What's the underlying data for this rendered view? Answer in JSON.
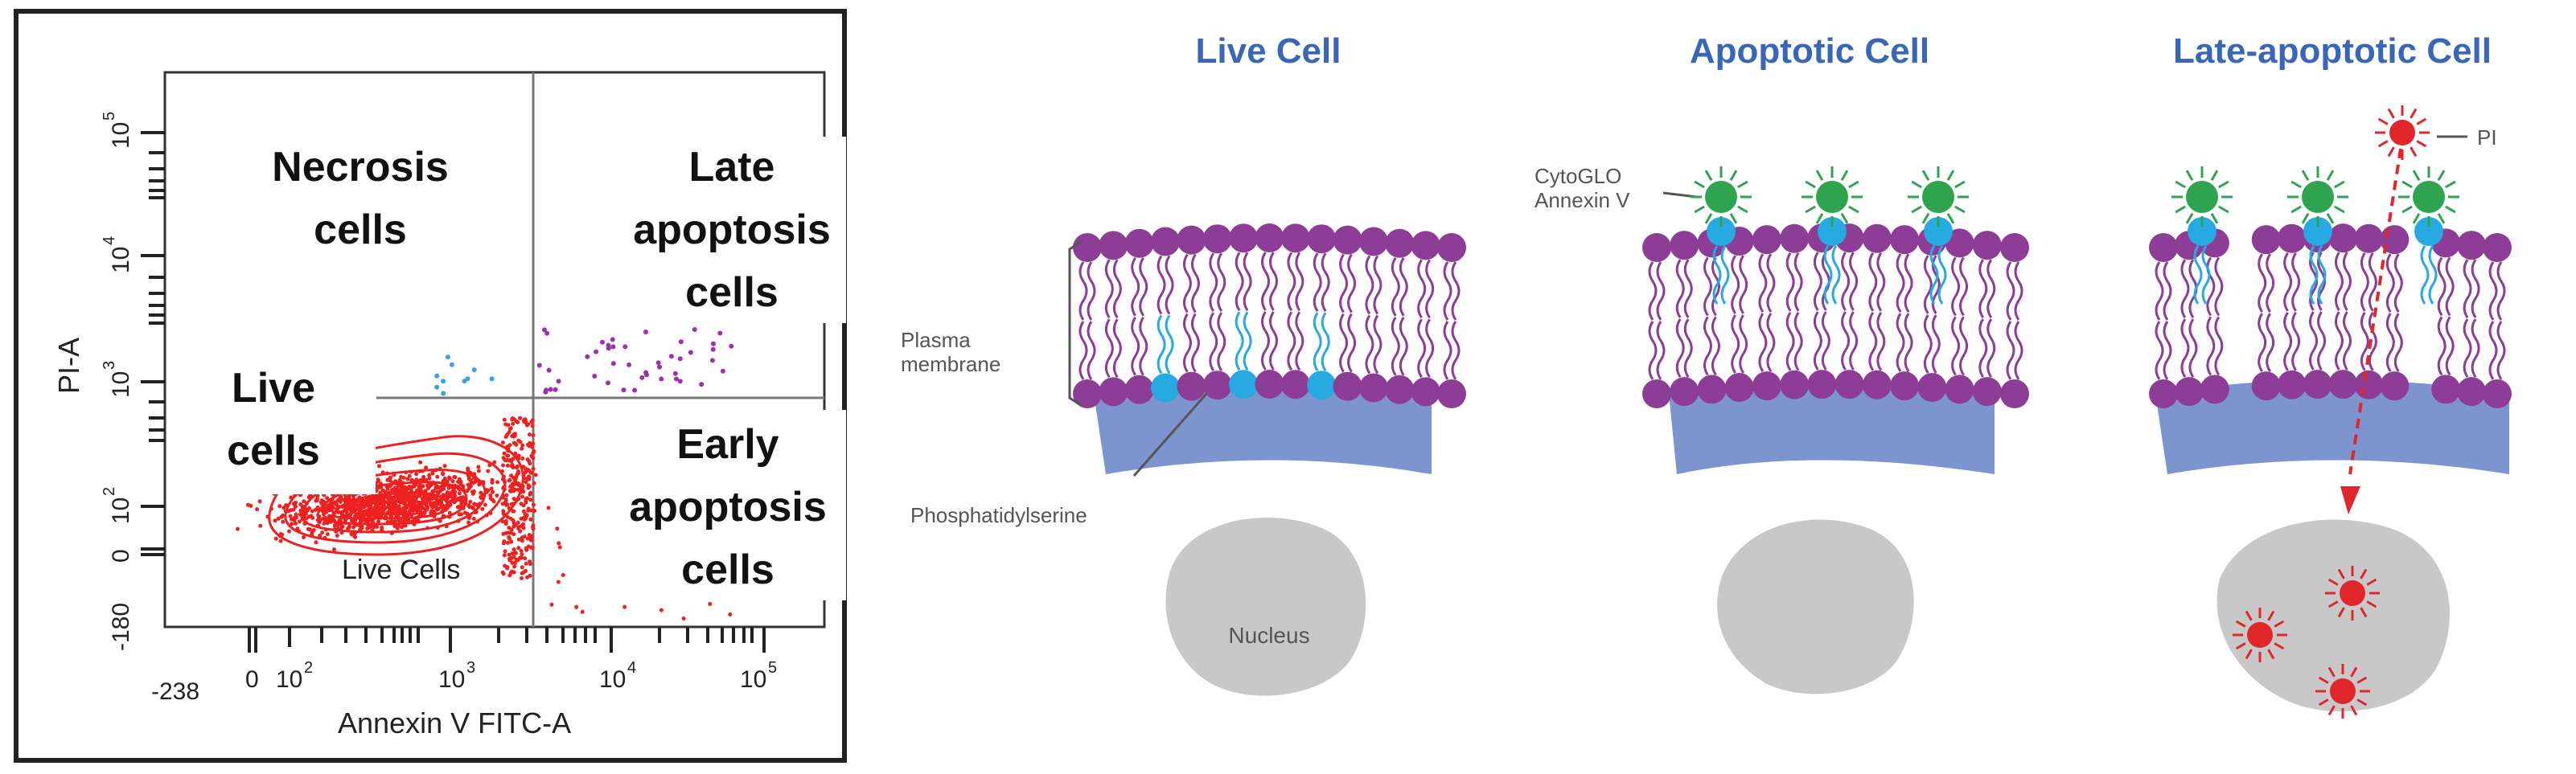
{
  "flow_plot": {
    "x_axis_label": "Annexin V FITC-A",
    "y_axis_label": "PI-A",
    "x_ticks": [
      "-238",
      "0",
      "10",
      "10",
      "10",
      "10"
    ],
    "x_tick_exponents": [
      "",
      "",
      "2",
      "3",
      "4",
      "5"
    ],
    "y_ticks": [
      "-180",
      "0",
      "10",
      "10",
      "10",
      "10"
    ],
    "y_tick_exponents": [
      "",
      "",
      "2",
      "3",
      "4",
      "5"
    ],
    "gate_label": "Live Cells",
    "quadrants": {
      "upper_left": [
        "Necrosis",
        "cells"
      ],
      "upper_right": [
        "Late",
        "apoptosis",
        "cells"
      ],
      "lower_left": [
        "Live",
        "cells"
      ],
      "lower_right": [
        "Early",
        "apoptosis",
        "cells"
      ]
    },
    "colors": {
      "events": "#ef2020",
      "late_events": "#9b30b0",
      "necrotic_events": "#3aa0e8",
      "axes": "#333333",
      "gates": "#777777"
    }
  },
  "diagram": {
    "titles": [
      "Live Cell",
      "Apoptotic Cell",
      "Late-apoptotic Cell"
    ],
    "labels": {
      "plasma": [
        "Plasma",
        "membrane"
      ],
      "phosphatidylserine": "Phosphatidylserine",
      "nucleus": "Nucleus",
      "annexin": [
        "CytoGLO",
        "Annexin V"
      ],
      "pi": "PI"
    },
    "colors": {
      "title": "#3a66b8",
      "lipid_head": "#8e3d96",
      "ps_head": "#27a9e1",
      "annexin": "#2ea44f",
      "pi": "#e0252b",
      "cytoplasm": "#7d95cf",
      "nucleus": "#c8c8c8",
      "label": "#555555"
    }
  }
}
